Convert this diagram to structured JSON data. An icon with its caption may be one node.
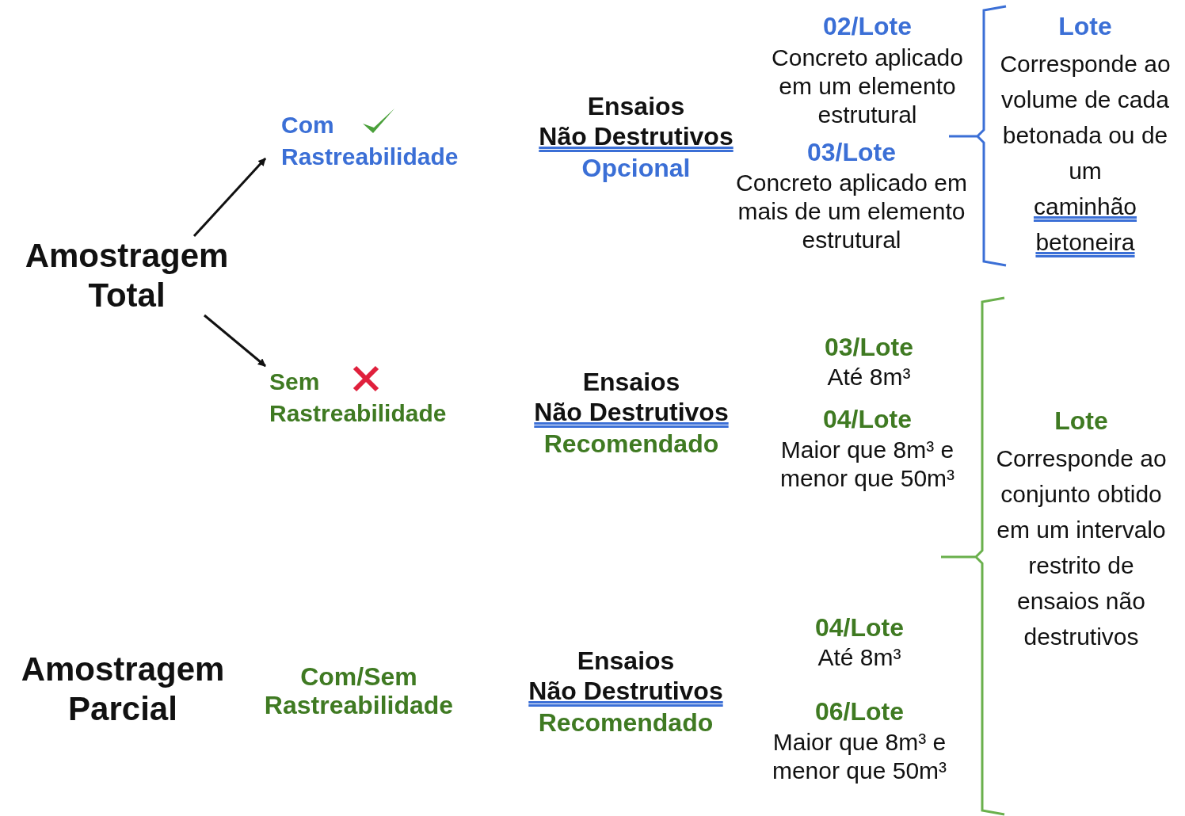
{
  "diagram": {
    "nodes": [
      {
        "text": [
          "Amostragem Total"
        ]
      },
      {
        "text": [
          "Com Rastreabilidade"
        ]
      },
      {
        "text": [
          "Sem Rastreabilidade"
        ]
      }
    ],
    "edges": [
      {
        "from": 0,
        "to": 1,
        "arrow": "to"
      },
      {
        "from": 0,
        "to": 2,
        "arrow": "to"
      }
    ],
    "labels": [
      "Ensaios",
      "Não Destrutivos",
      "Opcional",
      "02/Lote",
      "Concreto aplicado em um elemento estrutural",
      "03/Lote",
      "Concreto aplicado em mais de um elemento estrutural",
      "Lote",
      "Corresponde ao volume de cada betonada ou de um",
      "caminhão betoneira",
      "Ensaios",
      "Não Destrutivos",
      "Recomendado",
      "03/Lote",
      "Até 8m³",
      "04/Lote",
      "Maior que 8m³ e menor que 50m³",
      "Lote",
      "Corresponde ao conjunto obtido em um intervalo restrito de ensaios não destrutivos",
      "Amostragem Parcial",
      "Com/Sem Rastreabilidade",
      "Ensaios",
      "Não Destrutivos",
      "Recomendado",
      "04/Lote",
      "Até 8m³",
      "06/Lote",
      "Maior que 8m³ e menor que 50m³"
    ]
  }
}
